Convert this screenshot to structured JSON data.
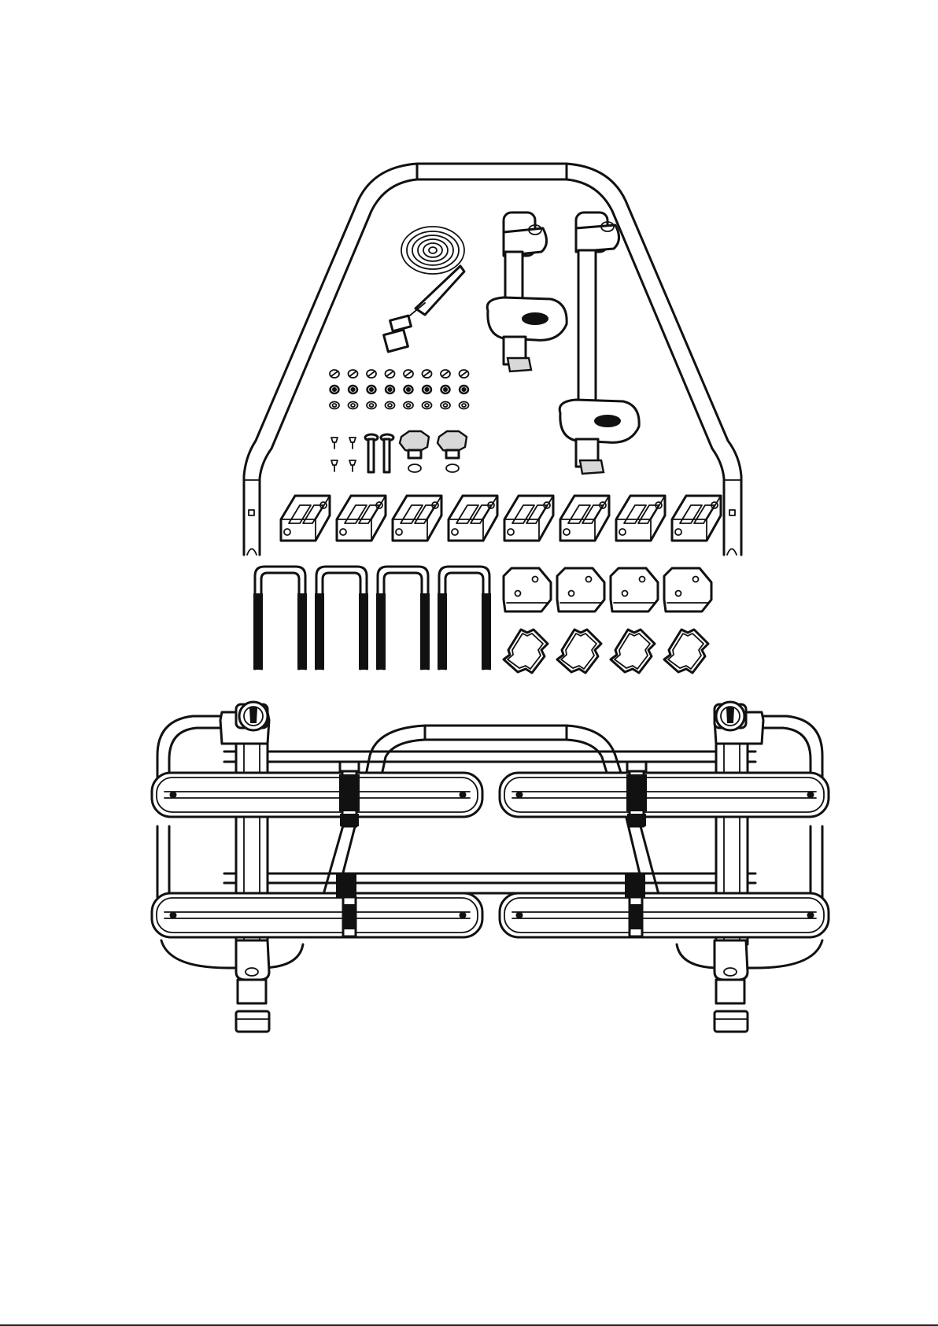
{
  "figure": {
    "description_visible_text": "",
    "counts": {
      "small_fasteners_per_row": 8,
      "fastener_rows": 3,
      "clamp_blocks": 8,
      "u_bolts": 4,
      "mounting_plates": 4,
      "rubber_pads": 4,
      "frame_arms": 2
    }
  }
}
